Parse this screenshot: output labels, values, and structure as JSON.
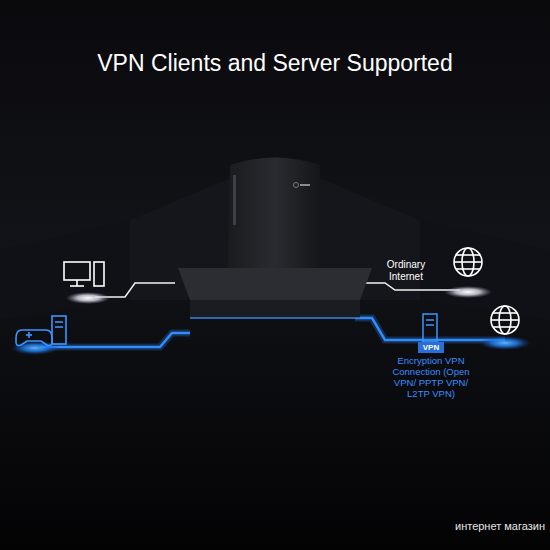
{
  "diagram": {
    "title": "VPN Clients and Server Supported",
    "nodes": [
      {
        "text": [
          "VPN",
          "Encryption VPN Connection (Open VPN/ PPTP VPN/ L2TP VPN)"
        ]
      }
    ],
    "labels": [
      "Ordinary Internet",
      "интернет магазин"
    ]
  }
}
